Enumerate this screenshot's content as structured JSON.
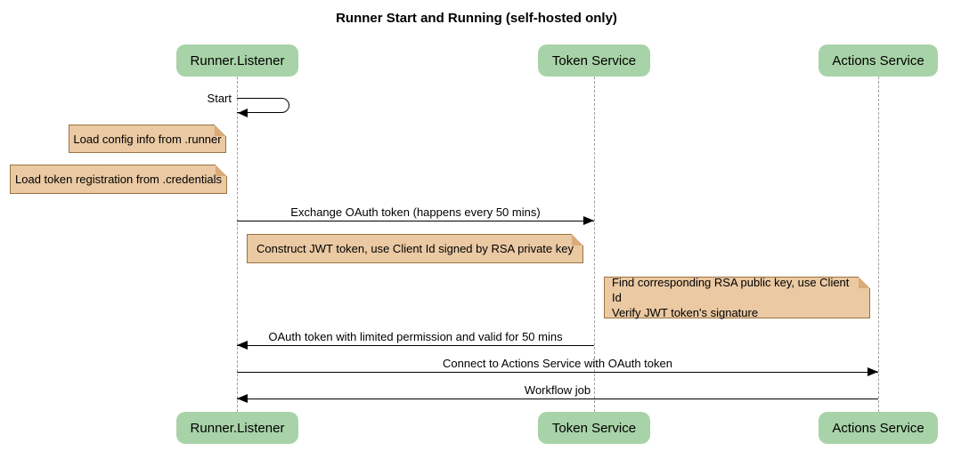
{
  "title": "Runner Start and Running (self-hosted only)",
  "participants": [
    {
      "name": "Runner.Listener"
    },
    {
      "name": "Token Service"
    },
    {
      "name": "Actions Service"
    }
  ],
  "messages": [
    {
      "label": "Start",
      "from": "Runner.Listener",
      "to": "Runner.Listener",
      "kind": "self"
    },
    {
      "label": "Exchange OAuth token (happens every 50 mins)",
      "from": "Runner.Listener",
      "to": "Token Service",
      "kind": "solid-arrow"
    },
    {
      "label": "OAuth token with limited permission and valid for 50 mins",
      "from": "Token Service",
      "to": "Runner.Listener",
      "kind": "solid-arrow"
    },
    {
      "label": "Connect to Actions Service with OAuth token",
      "from": "Runner.Listener",
      "to": "Actions Service",
      "kind": "solid-arrow"
    },
    {
      "label": "Workflow job",
      "from": "Actions Service",
      "to": "Runner.Listener",
      "kind": "solid-arrow"
    }
  ],
  "notes": [
    {
      "text": "Load config info from .runner",
      "position": "left of Runner.Listener"
    },
    {
      "text": "Load token registration from .credentials",
      "position": "left of Runner.Listener"
    },
    {
      "text": "Construct JWT token, use Client Id signed by RSA private key",
      "position": "between Runner.Listener and Token Service"
    },
    {
      "text": "Find corresponding RSA public key, use Client Id\nVerify JWT token's signature",
      "position": "left of Actions Service"
    }
  ],
  "colors": {
    "background": "#ffffff",
    "participant_fill": "#a8d3a8",
    "note_fill": "#eac9a3",
    "note_border": "#9c7340",
    "note_fold": "#d8ab79",
    "lifeline": "#9f9f9f",
    "message_line": "#000000",
    "text": "#000000"
  }
}
